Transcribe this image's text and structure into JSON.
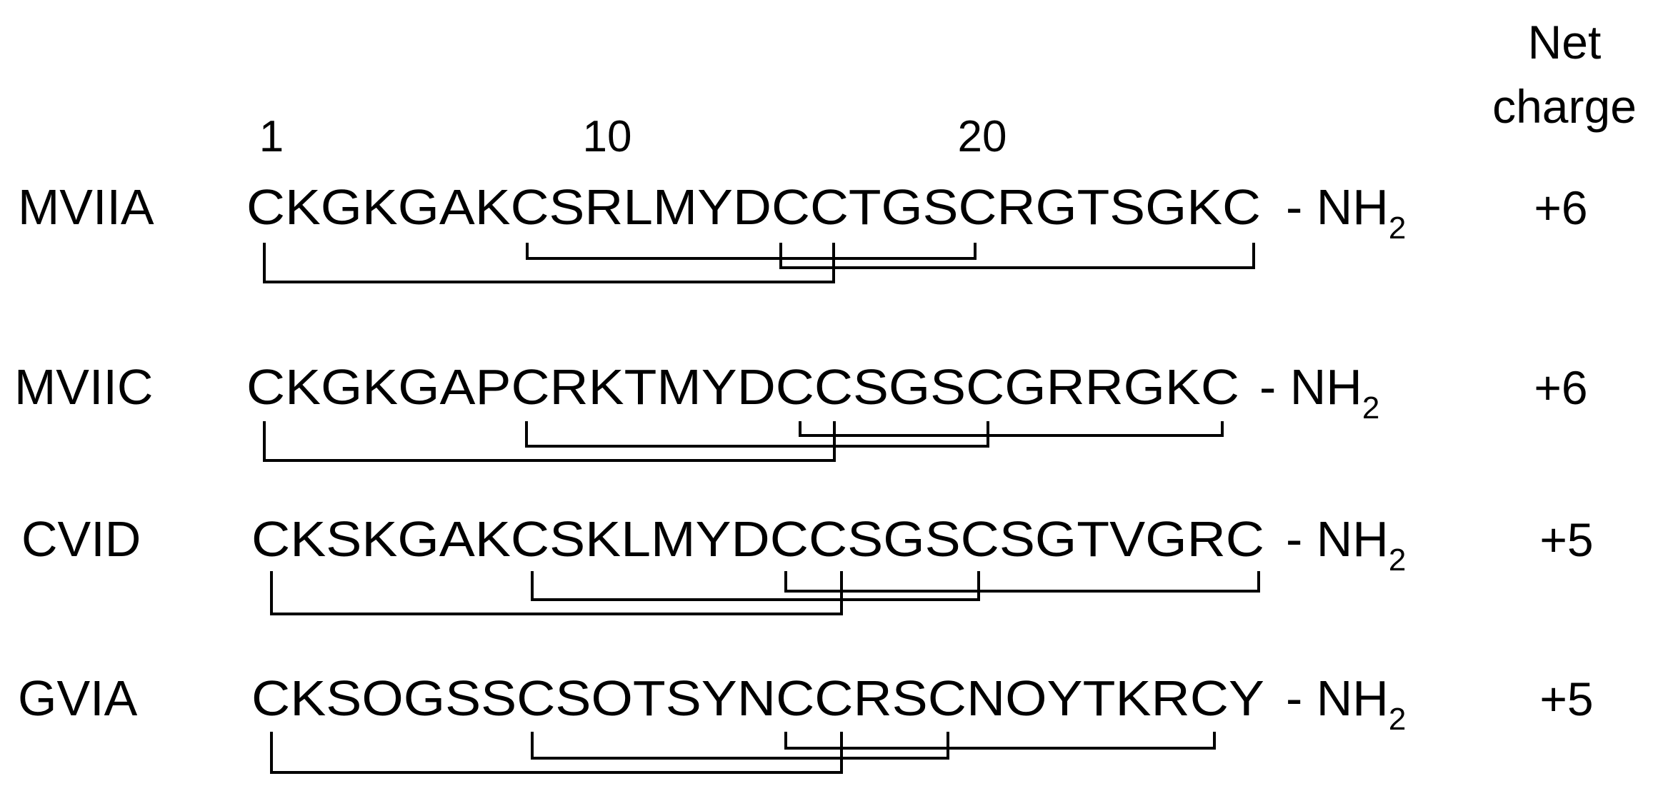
{
  "header": {
    "net_line1": "Net",
    "net_line2": "charge"
  },
  "positions": [
    "1",
    "10",
    "20"
  ],
  "peptides": [
    {
      "name": "MVIIA",
      "sequence": "CKGKGAKCSRLMYDCCTGSCRGTSGKC",
      "amide": "- NH",
      "amide_sub": "2",
      "charge": "+6",
      "bonds": [
        [
          1,
          16
        ],
        [
          8,
          20
        ],
        [
          15,
          27
        ]
      ]
    },
    {
      "name": "MVIIC",
      "sequence": "CKGKGAPCRKTMYDCCSGSCGRRGKC",
      "amide": "- NH",
      "amide_sub": "2",
      "charge": "+6",
      "bonds": [
        [
          1,
          16
        ],
        [
          8,
          20
        ],
        [
          15,
          26
        ]
      ]
    },
    {
      "name": "CVID",
      "sequence": "CKSKGAKCSKLMYDCCSGSCSGTVGRC",
      "amide": "- NH",
      "amide_sub": "2",
      "charge": "+5",
      "bonds": [
        [
          1,
          16
        ],
        [
          8,
          20
        ],
        [
          15,
          27
        ]
      ]
    },
    {
      "name": "GVIA",
      "sequence": "CKSOGSSCSOTSYNCCRSCNOYTKRCY",
      "amide": "- NH",
      "amide_sub": "2",
      "charge": "+5",
      "bonds": [
        [
          1,
          16
        ],
        [
          8,
          19
        ],
        [
          15,
          26
        ]
      ]
    }
  ]
}
